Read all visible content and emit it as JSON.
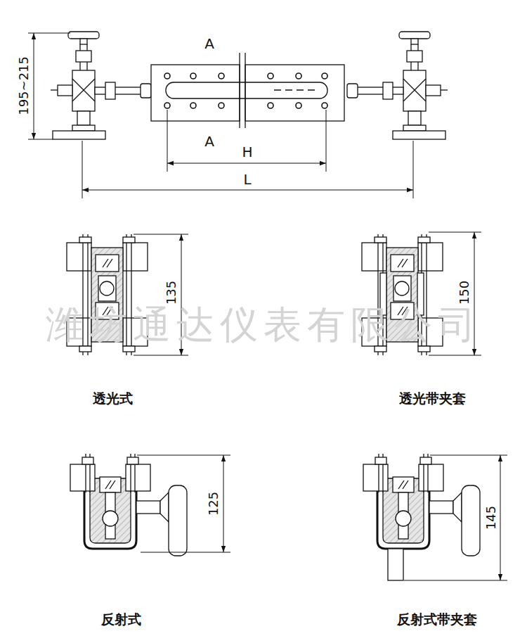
{
  "diagram": {
    "labels": [
      "195~215",
      "A",
      "A",
      "H",
      "L",
      "135",
      "150",
      "125",
      "145",
      "透光式",
      "透光带夹套",
      "反射式",
      "反射式带夹套",
      "潍坊通达仪表有限公司"
    ]
  }
}
